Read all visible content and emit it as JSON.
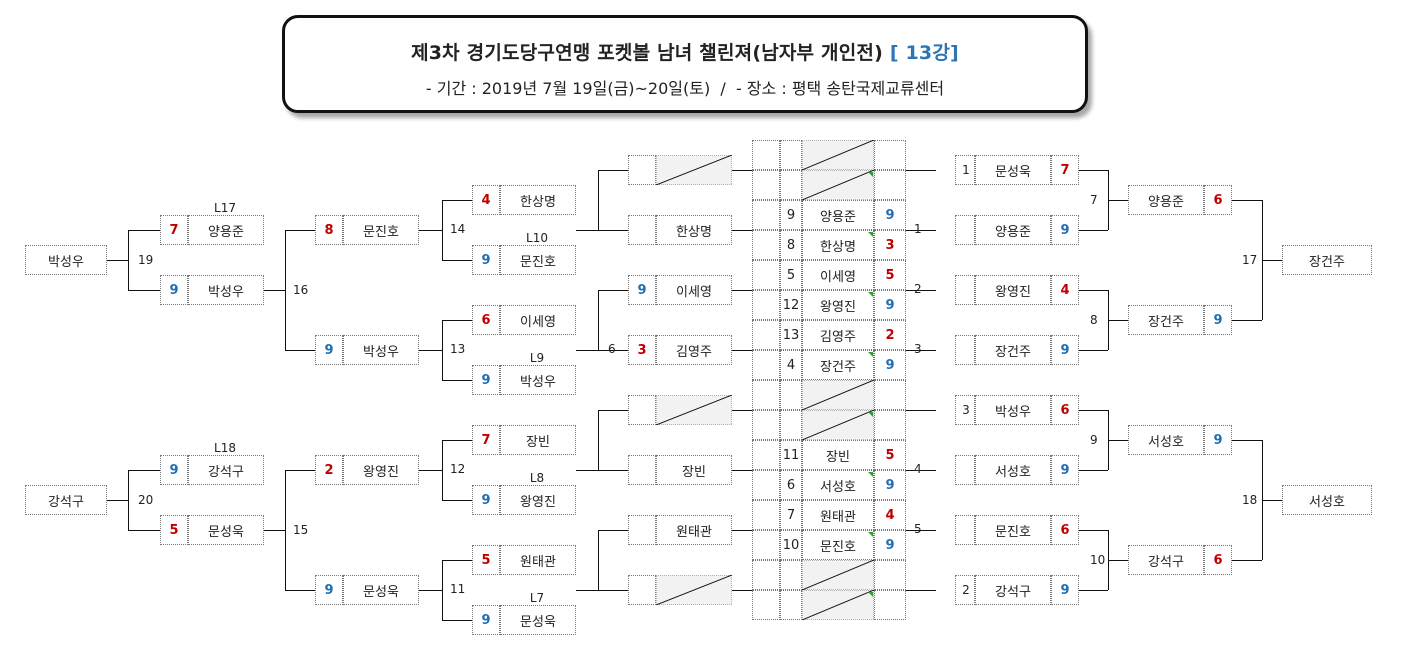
{
  "title": {
    "main": "제3차 경기도당구연맹 포켓볼 남녀 챌린져(남자부 개인전)",
    "round": "[ 13강]",
    "sub_period": "-  기간 : 2019년 7월 19일(금)~20일(토)",
    "sub_sep": "/",
    "sub_place": "- 장소 : 평택 송탄국제교류센터"
  },
  "colors": {
    "win_red": "#c00000",
    "score_blue": "#1f6fb5"
  },
  "left": {
    "final_top_name": "박성우",
    "final_top_no": "19",
    "final_bottom_name": "강석구",
    "final_bottom_no": "20",
    "semis": [
      {
        "label": "L17",
        "score": "7",
        "name": "양용준",
        "color": "red"
      },
      {
        "label": "",
        "score": "9",
        "name": "박성우",
        "color": "blue"
      },
      {
        "label": "L18",
        "score": "9",
        "name": "강석구",
        "color": "blue"
      },
      {
        "label": "",
        "score": "5",
        "name": "문성욱",
        "color": "red"
      }
    ],
    "qf": [
      {
        "score": "8",
        "name": "문진호",
        "color": "red"
      },
      {
        "score": "9",
        "name": "박성우",
        "color": "blue"
      },
      {
        "score": "2",
        "name": "왕영진",
        "color": "red"
      },
      {
        "score": "9",
        "name": "문성욱",
        "color": "blue"
      }
    ],
    "qf_nos": [
      "16",
      "15"
    ],
    "r16": [
      {
        "label": "",
        "score": "4",
        "name": "한상명",
        "color": "red"
      },
      {
        "label": "L10",
        "score": "9",
        "name": "문진호",
        "color": "blue"
      },
      {
        "label": "",
        "score": "6",
        "name": "이세영",
        "color": "red"
      },
      {
        "label": "L9",
        "score": "9",
        "name": "박성우",
        "color": "blue"
      },
      {
        "label": "",
        "score": "7",
        "name": "장빈",
        "color": "red"
      },
      {
        "label": "L8",
        "score": "9",
        "name": "왕영진",
        "color": "blue"
      },
      {
        "label": "",
        "score": "5",
        "name": "원태관",
        "color": "red"
      },
      {
        "label": "L7",
        "score": "9",
        "name": "문성욱",
        "color": "blue"
      }
    ],
    "r16_nos": [
      "14",
      "13",
      "12",
      "11"
    ],
    "r32": [
      {
        "score": "",
        "name": ""
      },
      {
        "score": "",
        "name": "한상명"
      },
      {
        "score": "9",
        "name": "이세영",
        "color": "blue"
      },
      {
        "score": "3",
        "name": "김영주",
        "color": "red"
      },
      {
        "score": "",
        "name": ""
      },
      {
        "score": "",
        "name": "장빈"
      },
      {
        "score": "",
        "name": "원태관"
      },
      {
        "score": "",
        "name": ""
      }
    ],
    "r32_nos": [
      "6"
    ]
  },
  "center": {
    "rows": [
      {
        "no": "",
        "name": "",
        "score": "",
        "color": ""
      },
      {
        "no": "",
        "name": "",
        "score": "",
        "color": ""
      },
      {
        "no": "9",
        "name": "양용준",
        "score": "9",
        "color": "blue"
      },
      {
        "no": "8",
        "name": "한상명",
        "score": "3",
        "color": "red"
      },
      {
        "no": "5",
        "name": "이세영",
        "score": "5",
        "color": "red"
      },
      {
        "no": "12",
        "name": "왕영진",
        "score": "9",
        "color": "blue"
      },
      {
        "no": "13",
        "name": "김영주",
        "score": "2",
        "color": "red"
      },
      {
        "no": "4",
        "name": "장건주",
        "score": "9",
        "color": "blue"
      },
      {
        "no": "",
        "name": "",
        "score": "",
        "color": ""
      },
      {
        "no": "",
        "name": "",
        "score": "",
        "color": ""
      },
      {
        "no": "11",
        "name": "장빈",
        "score": "5",
        "color": "red"
      },
      {
        "no": "6",
        "name": "서성호",
        "score": "9",
        "color": "blue"
      },
      {
        "no": "7",
        "name": "원태관",
        "score": "4",
        "color": "red"
      },
      {
        "no": "10",
        "name": "문진호",
        "score": "9",
        "color": "blue"
      },
      {
        "no": "",
        "name": "",
        "score": "",
        "color": ""
      },
      {
        "no": "",
        "name": "",
        "score": "",
        "color": ""
      }
    ]
  },
  "right": {
    "r16": [
      {
        "no": "1",
        "name": "문성욱",
        "score": "7",
        "color": "red"
      },
      {
        "no": "",
        "name": "양용준",
        "score": "9",
        "color": "blue"
      },
      {
        "no": "",
        "name": "왕영진",
        "score": "4",
        "color": "red"
      },
      {
        "no": "",
        "name": "장건주",
        "score": "9",
        "color": "blue"
      },
      {
        "no": "3",
        "name": "박성우",
        "score": "6",
        "color": "red"
      },
      {
        "no": "",
        "name": "서성호",
        "score": "9",
        "color": "blue"
      },
      {
        "no": "",
        "name": "문진호",
        "score": "6",
        "color": "red"
      },
      {
        "no": "2",
        "name": "강석구",
        "score": "9",
        "color": "blue"
      }
    ],
    "r32_nos": [
      "1",
      "2",
      "3",
      "4",
      "5"
    ],
    "qf": [
      {
        "name": "양용준",
        "score": "6",
        "color": "red"
      },
      {
        "name": "장건주",
        "score": "9",
        "color": "blue"
      },
      {
        "name": "서성호",
        "score": "9",
        "color": "blue"
      },
      {
        "name": "강석구",
        "score": "6",
        "color": "red"
      }
    ],
    "r16_nos": [
      "7",
      "8",
      "9",
      "10"
    ],
    "semi_nos": [
      "17",
      "18"
    ],
    "final_top_name": "장건주",
    "final_bottom_name": "서성호"
  }
}
